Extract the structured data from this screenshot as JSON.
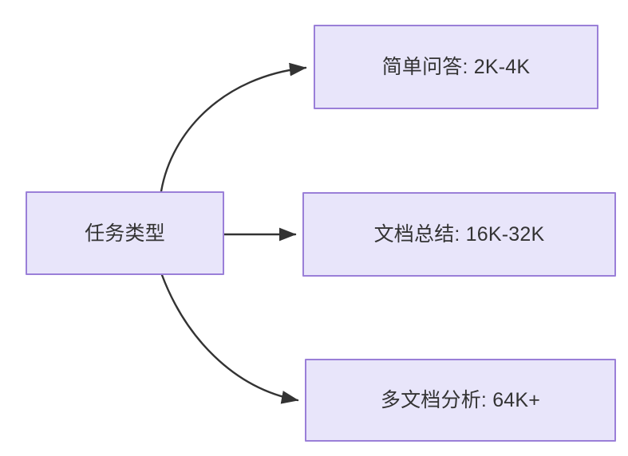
{
  "diagram": {
    "type": "flowchart",
    "direction": "left-to-right",
    "background_color": "#ffffff",
    "node_fill_color": "#e8e5fa",
    "node_border_color": "#9a7fd8",
    "text_color": "#333333",
    "edge_color": "#333333",
    "nodes": [
      {
        "id": "root",
        "label": "任务类型"
      },
      {
        "id": "simple",
        "label": "简单问答: 2K-4K"
      },
      {
        "id": "doc",
        "label": "文档总结: 16K-32K"
      },
      {
        "id": "multidoc",
        "label": "多文档分析: 64K+"
      }
    ],
    "edges": [
      {
        "from": "root",
        "to": "simple",
        "style": "curved",
        "arrowhead": "filled-triangle",
        "label": ""
      },
      {
        "from": "root",
        "to": "doc",
        "style": "straight",
        "arrowhead": "filled-triangle",
        "label": ""
      },
      {
        "from": "root",
        "to": "multidoc",
        "style": "curved",
        "arrowhead": "filled-triangle",
        "label": ""
      }
    ]
  }
}
